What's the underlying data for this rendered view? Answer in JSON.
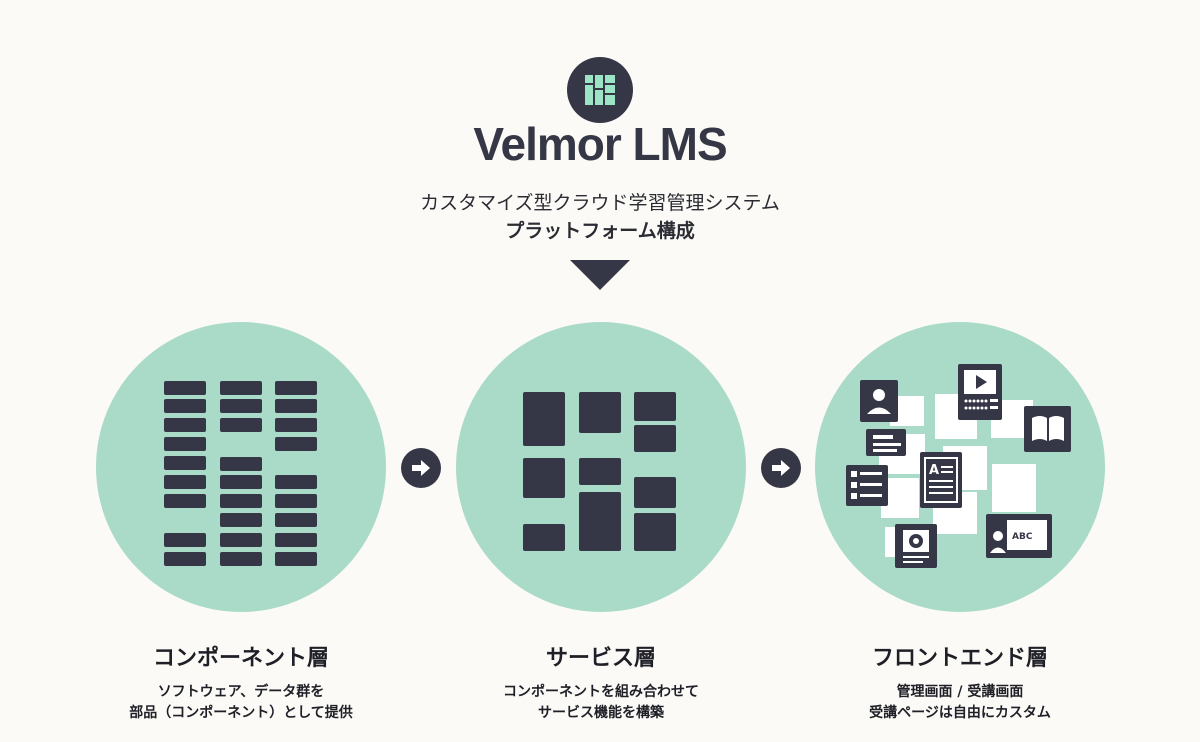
{
  "header": {
    "logo_icon": "grid-logo-icon",
    "brand": "Velmor LMS",
    "subtitle_line1": "カスタマイズ型クラウド学習管理システム",
    "subtitle_line2": "プラットフォーム構成"
  },
  "colors": {
    "background": "#fbfaf6",
    "dark": "#353746",
    "mint": "#a9dbc8",
    "logo_accent": "#9de3c6"
  },
  "layers": [
    {
      "title": "コンポーネント層",
      "desc_line1": "ソフトウェア、データ群を",
      "desc_line2": "部品（コンポーネント）として提供",
      "icon": "stacked-blocks-icon"
    },
    {
      "title": "サービス層",
      "desc_line1": "コンポーネントを組み合わせて",
      "desc_line2": "サービス機能を構築",
      "icon": "service-grid-icon"
    },
    {
      "title": "フロントエンド層",
      "desc_line1": "管理画面 / 受講画面",
      "desc_line2": "受講ページは自由にカスタム",
      "icon": "frontend-screens-icon"
    }
  ],
  "frontend_card_text": "ABC"
}
